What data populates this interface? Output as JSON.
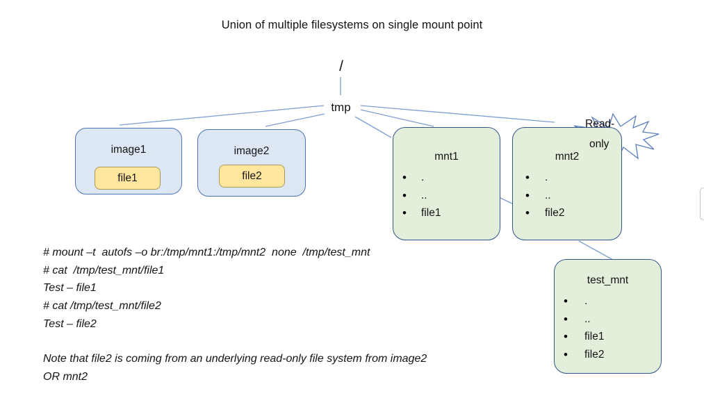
{
  "title": "Union of multiple filesystems on single mount point",
  "tree": {
    "root_label": "/",
    "tmp_label": "tmp"
  },
  "boxes": {
    "image1": {
      "label": "image1",
      "file": "file1"
    },
    "image2": {
      "label": "image2",
      "file": "file2"
    },
    "mnt1": {
      "label": "mnt1",
      "entries": [
        ".",
        "..",
        "file1"
      ]
    },
    "mnt2": {
      "label": "mnt2",
      "entries": [
        ".",
        "..",
        "file2"
      ]
    },
    "test_mnt": {
      "label": "test_mnt",
      "entries": [
        ".",
        "..",
        "file1",
        "file2"
      ]
    }
  },
  "readonly_badge": {
    "text": "Read-only",
    "line1": "Read-",
    "line2": "only"
  },
  "terminal": {
    "lines": [
      "# mount –t  autofs –o br:/tmp/mnt1:/tmp/mnt2  none  /tmp/test_mnt",
      "# cat  /tmp/test_mnt/file1",
      "Test – file1",
      "# cat /tmp/test_mnt/file2",
      "Test – file2"
    ],
    "note_line1": "Note that file2 is coming from an underlying read-only file system from image2",
    "note_line2": "OR mnt2"
  },
  "colors": {
    "blue_box_fill": "#dce7f3",
    "blue_box_border": "#4a73b4",
    "green_box_fill": "#e4efdb",
    "green_box_border": "#31548e",
    "file_chip_fill": "#ffe69c",
    "file_chip_border": "#ab9a55",
    "connector": "#7f9fd4",
    "starburst_stroke": "#5b7fbe",
    "text": "#141414"
  }
}
